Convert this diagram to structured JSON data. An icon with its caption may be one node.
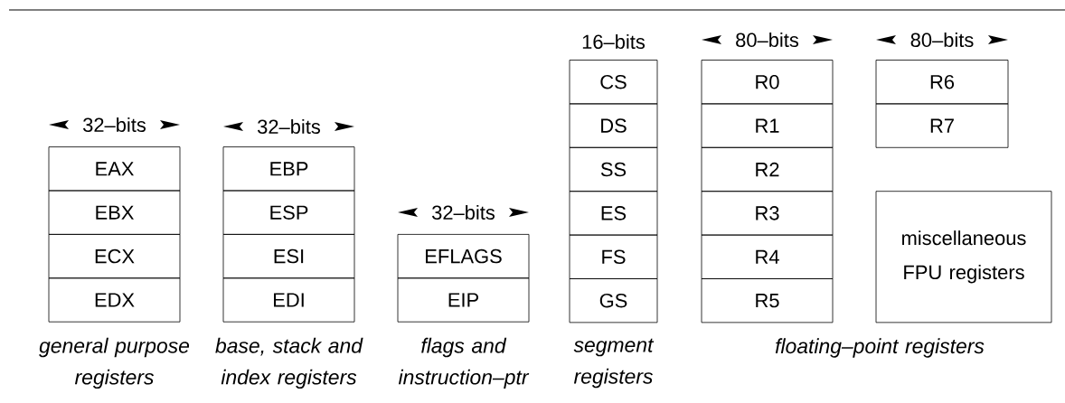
{
  "diagram": {
    "nodes": [
      {
        "text": [
          "EAX"
        ]
      },
      {
        "text": [
          "EBX"
        ]
      },
      {
        "text": [
          "ECX"
        ]
      },
      {
        "text": [
          "EDX"
        ]
      },
      {
        "text": [
          "EBP"
        ]
      },
      {
        "text": [
          "ESP"
        ]
      },
      {
        "text": [
          "ESI"
        ]
      },
      {
        "text": [
          "EDI"
        ]
      },
      {
        "text": [
          "EFLAGS"
        ]
      },
      {
        "text": [
          "EIP"
        ]
      },
      {
        "text": [
          "CS"
        ]
      },
      {
        "text": [
          "DS"
        ]
      },
      {
        "text": [
          "SS"
        ]
      },
      {
        "text": [
          "ES"
        ]
      },
      {
        "text": [
          "FS"
        ]
      },
      {
        "text": [
          "GS"
        ]
      },
      {
        "text": [
          "R0"
        ]
      },
      {
        "text": [
          "R1"
        ]
      },
      {
        "text": [
          "R2"
        ]
      },
      {
        "text": [
          "R3"
        ]
      },
      {
        "text": [
          "R4"
        ]
      },
      {
        "text": [
          "R5"
        ]
      },
      {
        "text": [
          "R6"
        ]
      },
      {
        "text": [
          "R7"
        ]
      },
      {
        "text": [
          "miscellaneous FPU registers"
        ]
      }
    ],
    "labels": [
      "32–bits",
      "32–bits",
      "32–bits",
      "16–bits",
      "80–bits",
      "80–bits",
      "general purpose registers",
      "base, stack and index registers",
      "flags and instruction–ptr",
      "segment registers",
      "floating–point registers"
    ]
  }
}
